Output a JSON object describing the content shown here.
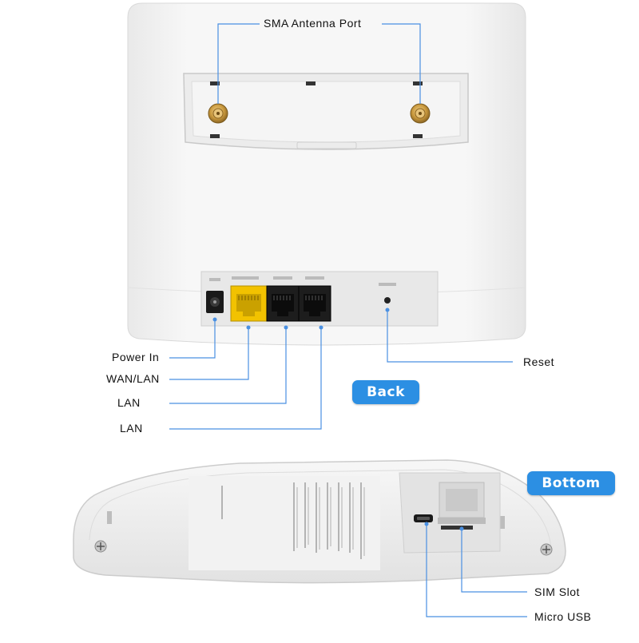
{
  "callouts": {
    "sma_antenna_port": "SMA Antenna Port",
    "power_in": "Power In",
    "wan_lan": "WAN/LAN",
    "lan_1": "LAN",
    "lan_2": "LAN",
    "reset": "Reset",
    "sim_slot": "SIM Slot",
    "micro_usb": "Micro USB"
  },
  "badges": {
    "back": "Back",
    "bottom": "Bottom"
  },
  "colors": {
    "accent": "#2c8fe3",
    "leader_line": "#4a90e2",
    "wan_port": "#f2c200",
    "device_body": "#f4f4f4"
  }
}
